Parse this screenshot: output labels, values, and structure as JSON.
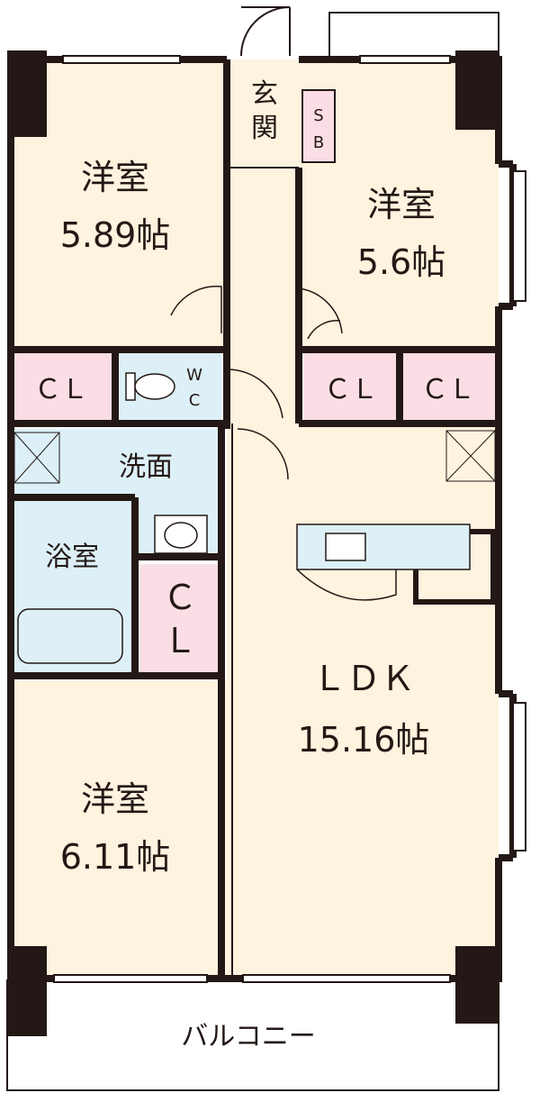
{
  "colors": {
    "room_fill": "#fdf3de",
    "wet_fill": "#ddf0f8",
    "closet_fill": "#fbdde5",
    "wall": "#231815",
    "balcony_fill": "#ffffff"
  },
  "rooms": {
    "bedroom_top_left": {
      "name": "洋室",
      "size": "5.89帖"
    },
    "bedroom_top_right": {
      "name": "洋室",
      "size": "5.6帖"
    },
    "bedroom_bottom_left": {
      "name": "洋室",
      "size": "6.11帖"
    },
    "ldk": {
      "name": "ＬＤＫ",
      "size": "15.16帖"
    },
    "entrance": {
      "name_line1": "玄",
      "name_line2": "関"
    },
    "shoe_box": {
      "line1": "S",
      "line2": "B"
    },
    "washroom": {
      "name": "洗面"
    },
    "bathroom": {
      "name": "浴室"
    },
    "wc": {
      "line1": "W",
      "line2": "C"
    },
    "balcony": {
      "name": "バルコニー"
    }
  },
  "closets": {
    "cl_left": "ＣＬ",
    "cl_right_1": "ＣＬ",
    "cl_right_2": "ＣＬ",
    "cl_center_line1": "Ｃ",
    "cl_center_line2": "Ｌ"
  }
}
